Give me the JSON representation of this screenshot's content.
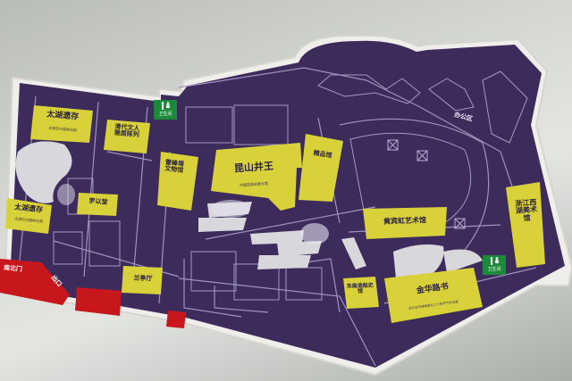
{
  "map": {
    "colors": {
      "ground": "#3d2b5c",
      "paths": "#9e94bd",
      "venues": "#d9d139",
      "buildings": "#d8d8dc",
      "entrance": "#c8161d",
      "toilet": "#1d8a3b"
    },
    "places": {
      "taihu_north": {
        "name": "太湖遗存",
        "sub": "太湖石与园林石刻"
      },
      "qingdai": {
        "name": "清代文人\n雅居陈列"
      },
      "luoyi": {
        "name": "罗以堂"
      },
      "taihu_south": {
        "name": "太湖遗存",
        "sub": "太湖石与园林石刻"
      },
      "lanting": {
        "name": "兰亭厅"
      },
      "leifeng": {
        "name": "雷峰塔文物馆"
      },
      "kunshan": {
        "name": "昆山井王",
        "sub": "中国昆曲非遗专题"
      },
      "jingpin": {
        "name": "精品馆"
      },
      "huangbinhong": {
        "name": "黄宾虹艺术馆"
      },
      "zhejiang_xihu": {
        "name": "浙江西湖美术馆"
      },
      "dongnan": {
        "name": "东南造船史馆"
      },
      "jinghua": {
        "name": "金华路书",
        "sub": "浙江金华博物馆与二十四节气文化展"
      }
    },
    "labels": {
      "office": "办公区",
      "entrance": "南北门",
      "exit": "出口"
    },
    "toilets": [
      {
        "icon": "toilet-icon",
        "text": "卫生间"
      },
      {
        "icon": "toilet-icon",
        "text": "卫生间"
      }
    ]
  }
}
